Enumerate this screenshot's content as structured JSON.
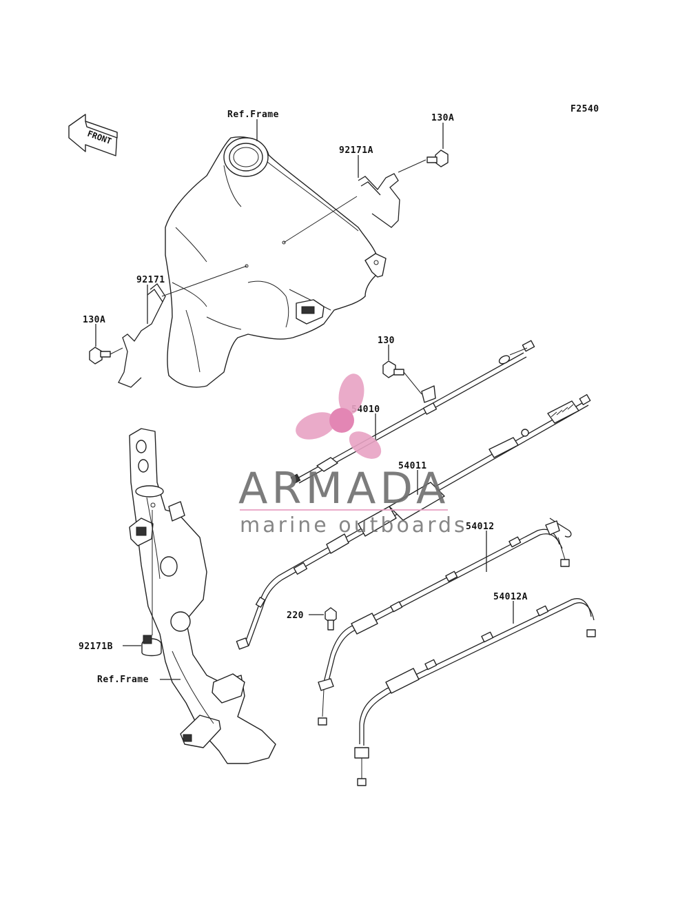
{
  "figure_code": "F2540",
  "front_label": "FRONT",
  "labels": {
    "ref_frame_top": "Ref.Frame",
    "ref_frame_bottom": "Ref.Frame",
    "p130A_top": "130A",
    "p92171A": "92171A",
    "p92171": "92171",
    "p130A_left": "130A",
    "p130": "130",
    "p54010": "54010",
    "p54011": "54011",
    "p54012": "54012",
    "p54012A": "54012A",
    "p220": "220",
    "p92171B": "92171B"
  },
  "watermark": {
    "brand": "ARMADA",
    "tagline": "marine outboards",
    "color_pink": "#e8a3c4",
    "color_pink_dark": "#e07aac",
    "color_gray": "#6e6e6e"
  }
}
